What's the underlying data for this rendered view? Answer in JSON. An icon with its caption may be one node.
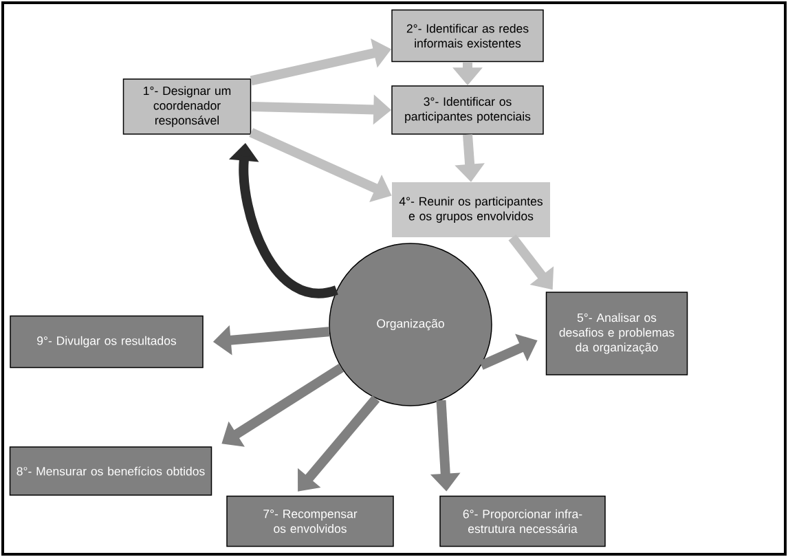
{
  "diagram": {
    "nodes": [
      {
        "text": [
          "1°- Designar um coordenador responsável"
        ]
      },
      {
        "text": [
          "2°- Identificar as redes informais existentes"
        ]
      },
      {
        "text": [
          "3°- Identificar os participantes potenciais"
        ]
      },
      {
        "text": [
          "4°- Reunir os participantes e os grupos envolvidos"
        ]
      },
      {
        "text": [
          "Organização"
        ]
      },
      {
        "text": [
          "5°- Analisar os desafios e problemas da organização"
        ]
      },
      {
        "text": [
          "6°- Proporcionar infra-estrutura necessária"
        ]
      },
      {
        "text": [
          "7°- Recompensar os envolvidos"
        ]
      },
      {
        "text": [
          "8°- Mensurar os benefícios obtidos"
        ]
      },
      {
        "text": [
          "9°- Divulgar os resultados"
        ]
      }
    ],
    "edges": [
      {
        "from": 0,
        "to": 1,
        "arrow": "to"
      },
      {
        "from": 0,
        "to": 2,
        "arrow": "to"
      },
      {
        "from": 0,
        "to": 3,
        "arrow": "to"
      },
      {
        "from": 1,
        "to": 2,
        "arrow": "to"
      },
      {
        "from": 2,
        "to": 3,
        "arrow": "to"
      },
      {
        "from": 3,
        "to": 5,
        "arrow": "to"
      },
      {
        "from": 4,
        "to": 0,
        "arrow": "to",
        "color": "#2a2a2a"
      },
      {
        "from": 4,
        "to": 9,
        "arrow": "to",
        "color": "#808080"
      },
      {
        "from": 4,
        "to": 8,
        "arrow": "to",
        "color": "#808080"
      },
      {
        "from": 4,
        "to": 7,
        "arrow": "to",
        "color": "#808080"
      },
      {
        "from": 4,
        "to": 6,
        "arrow": "to",
        "color": "#808080"
      },
      {
        "from": 4,
        "to": 5,
        "arrow": "to",
        "color": "#808080"
      }
    ]
  }
}
